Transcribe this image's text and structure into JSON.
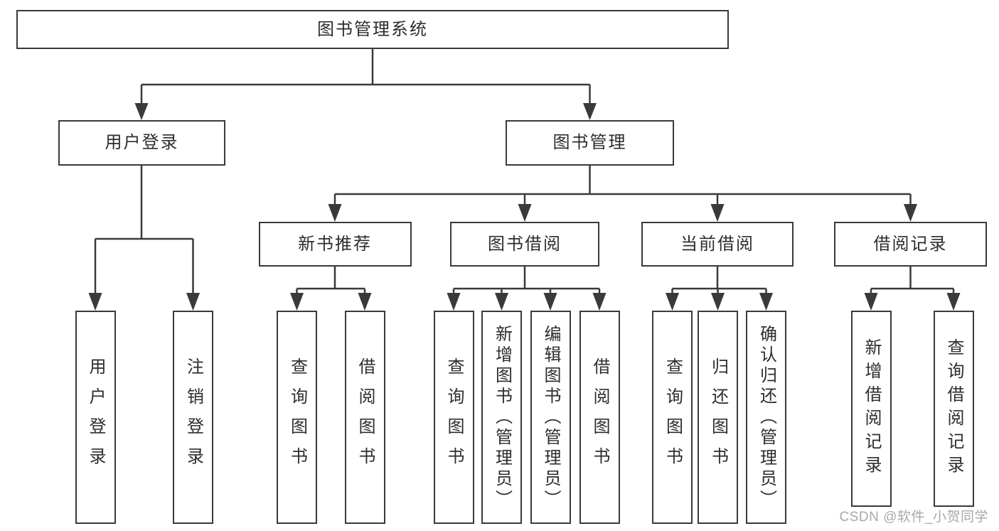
{
  "diagram": {
    "title": "图书管理系统",
    "tree": {
      "root": "图书管理系统",
      "children": [
        {
          "label": "用户登录",
          "children": [
            "用户登录",
            "注销登录"
          ]
        },
        {
          "label": "图书管理",
          "children": [
            {
              "label": "新书推荐",
              "children": [
                "查询图书",
                "借阅图书"
              ]
            },
            {
              "label": "图书借阅",
              "children": [
                "查询图书",
                "新增图书（管理员）",
                "编辑图书（管理员）",
                "借阅图书"
              ]
            },
            {
              "label": "当前借阅",
              "children": [
                "查询图书",
                "归还图书",
                "确认归还（管理员）"
              ]
            },
            {
              "label": "借阅记录",
              "children": [
                "新增借阅记录",
                "查询借阅记录"
              ]
            }
          ]
        }
      ]
    },
    "colors": {
      "line": "#3a3a3a",
      "text": "#2d2d2d",
      "watermark_text": "#a8a8a8",
      "background": "#ffffff"
    }
  },
  "watermark": {
    "text": "CSDN @软件_小贺同学"
  }
}
